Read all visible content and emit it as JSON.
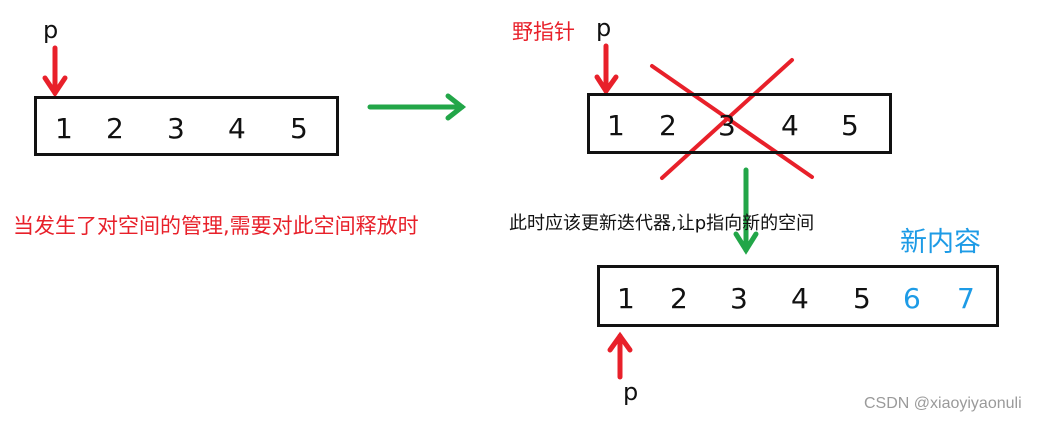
{
  "diagram": {
    "before": {
      "pointer_label": "p",
      "cells": [
        "1",
        "2",
        "3",
        "4",
        "5"
      ]
    },
    "invalidated": {
      "annotation": "野指针",
      "pointer_label": "p",
      "cells": [
        "1",
        "2",
        "3",
        "4",
        "5"
      ]
    },
    "after": {
      "annotation_new": "新内容",
      "pointer_label": "p",
      "cells": [
        "1",
        "2",
        "3",
        "4",
        "5"
      ],
      "new_cells": [
        "6",
        "7"
      ]
    },
    "captions": {
      "left": "当发生了对空间的管理,需要对此空间释放时",
      "middle": "此时应该更新迭代器,让p指向新的空间"
    },
    "watermark": "CSDN @xiaoyiyaonuli",
    "colors": {
      "pointer_arrow": "#e8202a",
      "flow_arrow": "#22a648",
      "cross": "#e8202a",
      "new_content": "#1d9be6",
      "box_border": "#111111"
    }
  }
}
